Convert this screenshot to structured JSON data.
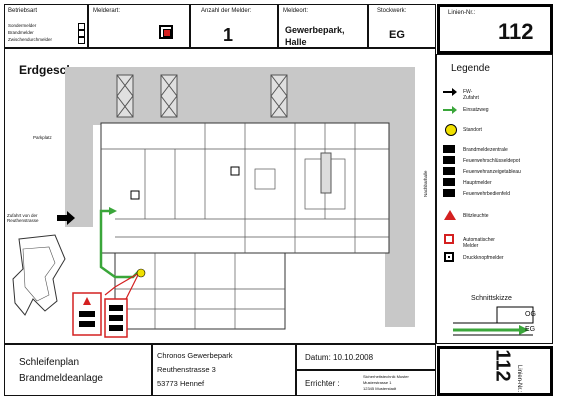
{
  "header": {
    "status_lines": [
      "Sondermelder",
      "Brandmelder",
      "Zwischendurchmelder"
    ],
    "status_title": "Betriebsart",
    "melderart_label": "Melderart:",
    "anzahl_label": "Anzahl der Melder:",
    "anzahl_value": "1",
    "meldeort_label": "Meldeort:",
    "meldeort_value_1": "Gewerbepark,",
    "meldeort_value_2": "Halle",
    "stockwerk_label": "Stockwerk:",
    "stockwerk_value": "EG",
    "linien_label": "Linien-Nr.:",
    "linien_value": "112"
  },
  "map": {
    "title": "Erdgeschoss",
    "left_text_1": "Parkplatz",
    "entry_text": "Zufahrt von der Reuthenstrasse",
    "side_label": "Nachbarhalle"
  },
  "legend": {
    "title": "Legende",
    "items": [
      {
        "text": "FW-Zufahrt",
        "icon": "black-arrow-icon"
      },
      {
        "text": "Einsatzweg",
        "icon": "green-arrow-icon"
      },
      {
        "text": "Standort",
        "icon": "yellow-dot-icon"
      },
      {
        "text": "Brandmeldezentrale",
        "icon": "bmz-icon"
      },
      {
        "text": "Feuerwehrschlüsseldepot",
        "icon": "fsd-icon"
      },
      {
        "text": "Feuerwehranzeigetableau",
        "icon": "fat-icon"
      },
      {
        "text": "Hauptmelder",
        "icon": "hm-icon"
      },
      {
        "text": "Feuerwehrbedienfeld",
        "icon": "fbf-icon"
      },
      {
        "text": "Blitzleuchte",
        "icon": "flash-icon"
      },
      {
        "text": "Automatischer Melder",
        "icon": "auto-detector-icon"
      },
      {
        "text": "Druckknopfmelder",
        "icon": "manual-detector-icon"
      }
    ],
    "schnitt_title": "Schnittskizze",
    "og": "OG",
    "eg": "EG"
  },
  "footer": {
    "plan_1": "Schleifenplan",
    "plan_2": "Brandmeldeanlage",
    "addr_1": "Chronos Gewerbepark",
    "addr_2": "Reuthenstrasse 3",
    "addr_3": "53773 Hennef",
    "datum": "Datum: 10.10.2008",
    "errichter": "Errichter :",
    "errichter_detail_1": "Sicherheitstechnik Muster",
    "errichter_detail_2": "Musterstrasse 1",
    "errichter_detail_3": "12345 Musterstadt",
    "linien_label": "Linien-Nr.:",
    "linien_value": "112"
  },
  "colors": {
    "green": "#3aa63a",
    "red": "#d42020",
    "yellow": "#f0e000",
    "map_gray": "#bdbdbd"
  }
}
